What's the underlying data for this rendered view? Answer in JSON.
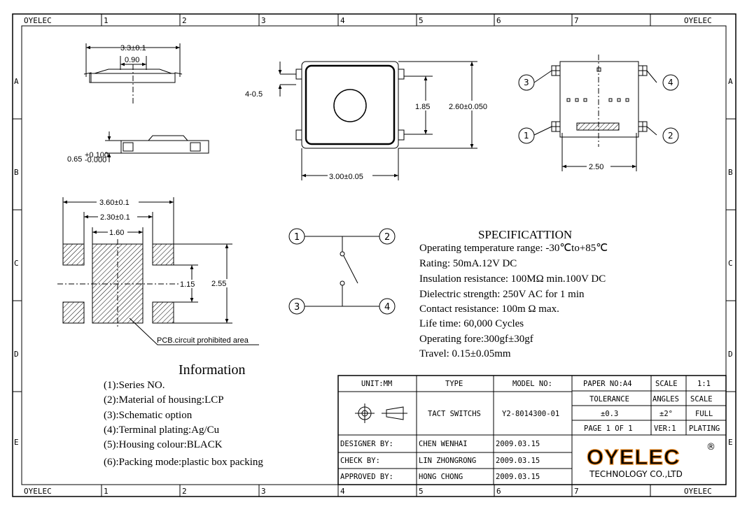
{
  "frame": {
    "company": "OYELEC",
    "columns": [
      "1",
      "2",
      "3",
      "4",
      "5",
      "6",
      "7"
    ],
    "rows": [
      "A",
      "B",
      "C",
      "D",
      "E"
    ]
  },
  "top_view_dims": {
    "width": "3.3±0.1",
    "actuator": "0.90",
    "thickness_label": "0.65",
    "thickness_tol_plus": "+0.100",
    "thickness_tol_minus": "-0.000"
  },
  "front_view_dims": {
    "terminal": "4-0.5",
    "pitch": "1.85",
    "height": "2.60±0.050",
    "width": "3.00±0.05"
  },
  "bottom_view": {
    "pins": [
      "1",
      "2",
      "3",
      "4"
    ],
    "pitch": "2.50"
  },
  "pcb_layout": {
    "outer": "3.60±0.1",
    "mid": "2.30±0.1",
    "inner": "1.60",
    "gap": "1.15",
    "height": "2.55",
    "note": "PCB.circuit prohibited area"
  },
  "schematic": {
    "pins": [
      "1",
      "2",
      "3",
      "4"
    ]
  },
  "specification": {
    "title": "SPECIFICATTION",
    "lines": [
      "Operating temperature range: -30℃to+85℃",
      "Rating: 50mA.12V DC",
      "Insulation resistance: 100MΩ min.100V DC",
      "Dielectric strength: 250V AC for 1 min",
      "Contact resistance: 100m Ω max.",
      "Life time: 60,000 Cycles",
      "Operating fore:300gf±30gf",
      "Travel: 0.15±0.05mm"
    ]
  },
  "information": {
    "title": "Information",
    "lines": [
      "(1):Series NO.",
      "(2):Material of housing:LCP",
      "(3):Schematic option",
      "(4):Terminal plating:Ag/Cu",
      "(5):Housing colour:BLACK",
      "(6):Packing mode:plastic box packing"
    ]
  },
  "title_block": {
    "unit_label": "UNIT:MM",
    "type_label": "TYPE",
    "model_label": "MODEL NO:",
    "paper": "PAPER NO:A4",
    "scale_label": "SCALE",
    "scale_value": "1:1",
    "type_value": "TACT SWITCHS",
    "model_value": "Y2-8014300-01",
    "tolerance_label": "TOLERANCE",
    "angles_label": "ANGLES",
    "scale_label2": "SCALE",
    "tolerance_value": "±0.3",
    "angles_value": "±2°",
    "scale_value2": "FULL",
    "page": "PAGE 1 OF 1",
    "version": "VER:1",
    "plating": "PLATING",
    "designer_label": "DESIGNER BY:",
    "designer": "CHEN WENHAI",
    "designer_date": "2009.03.15",
    "check_label": "CHECK BY:",
    "checker": "LIN ZHONGRONG",
    "check_date": "2009.03.15",
    "approved_label": "APPROVED BY:",
    "approver": "HONG CHONG",
    "approved_date": "2009.03.15",
    "logo_text": "OYELEC",
    "logo_registered": "®",
    "logo_sub": "TECHNOLOGY CO.,LTD"
  }
}
